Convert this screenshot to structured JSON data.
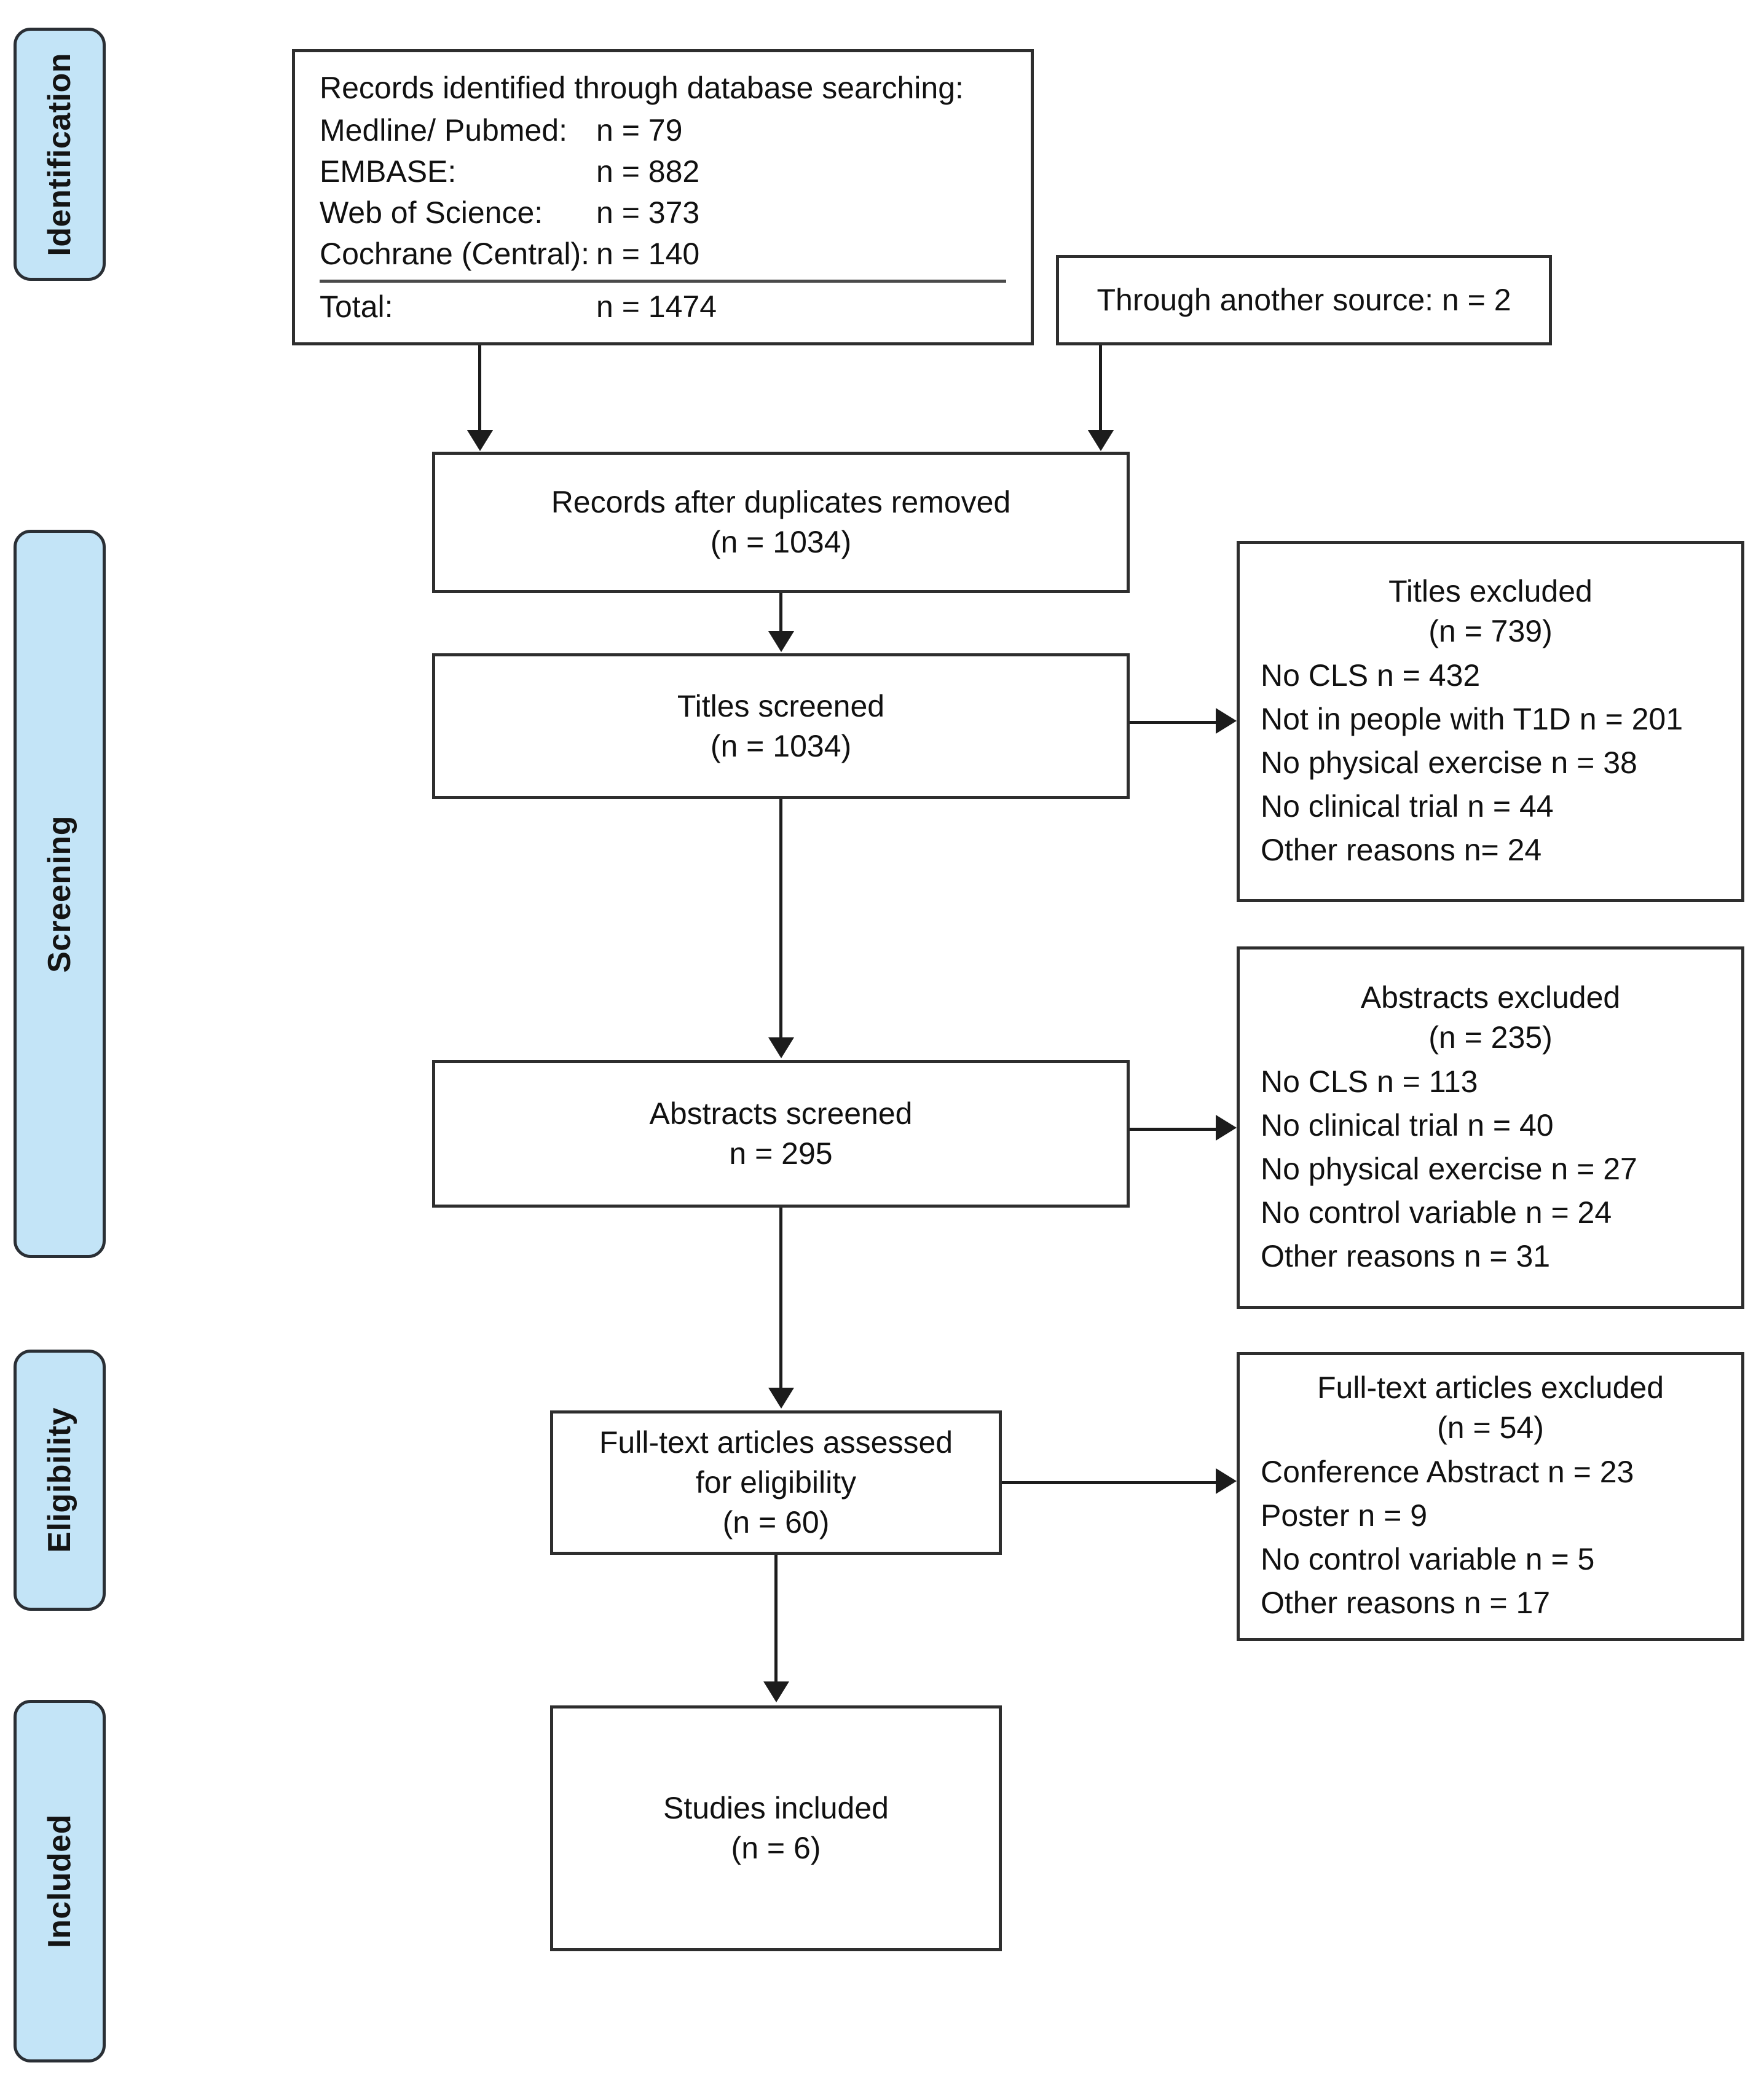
{
  "diagram": {
    "type": "prisma-flow-diagram",
    "stages": [
      {
        "label": "Identification"
      },
      {
        "label": "Screening"
      },
      {
        "label": "Eligibility"
      },
      {
        "label": "Included"
      }
    ],
    "boxes": {
      "database_search": {
        "title": "Records identified through database searching:",
        "sources": [
          {
            "name": "Medline/ Pubmed:",
            "count": "n = 79"
          },
          {
            "name": "EMBASE:",
            "count": "n = 882"
          },
          {
            "name": "Web of Science:",
            "count": "n = 373"
          },
          {
            "name": "Cochrane (Central):",
            "count": "n = 140"
          }
        ],
        "total": {
          "name": "Total:",
          "count": "n = 1474"
        }
      },
      "other_source": {
        "text": "Through another source: n = 2"
      },
      "duplicates_removed": {
        "line1": "Records after duplicates removed",
        "line2": "(n = 1034)"
      },
      "titles_screened": {
        "line1": "Titles screened",
        "line2": "(n = 1034)"
      },
      "titles_excluded": {
        "line1": "Titles excluded",
        "line2": "(n = 739)",
        "reasons": [
          "No CLS n = 432",
          "Not in people with T1D n = 201",
          "No physical exercise n = 38",
          "No clinical trial n = 44",
          "Other reasons n= 24"
        ]
      },
      "abstracts_screened": {
        "line1": "Abstracts screened",
        "line2": "n = 295"
      },
      "abstracts_excluded": {
        "line1": "Abstracts excluded",
        "line2": "(n = 235)",
        "reasons": [
          "No CLS n = 113",
          "No clinical trial n = 40",
          "No physical exercise n = 27",
          "No control variable n = 24",
          "Other reasons n = 31"
        ]
      },
      "fulltext_assessed": {
        "line1": "Full-text articles assessed",
        "line2": "for eligibility",
        "line3": "(n = 60)"
      },
      "fulltext_excluded": {
        "line1": "Full-text articles excluded",
        "line2": "(n = 54)",
        "reasons": [
          "Conference Abstract n = 23",
          "Poster n = 9",
          "No control variable n = 5",
          "Other reasons n = 17"
        ]
      },
      "studies_included": {
        "line1": "Studies included",
        "line2": "(n = 6)"
      }
    },
    "colors": {
      "stage_pill_fill": "#c3e4f7",
      "stage_pill_border": "#2a2f35",
      "box_border": "#2e2e2e",
      "connector": "#1c1c1c",
      "background": "#ffffff",
      "text": "#111111"
    }
  }
}
